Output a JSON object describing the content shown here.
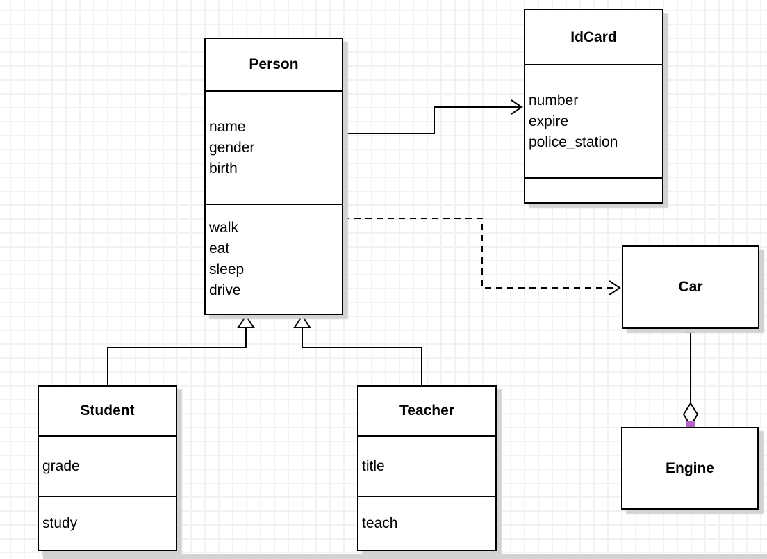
{
  "diagram": {
    "kind": "uml-class-diagram",
    "classes": [
      {
        "name": "Person",
        "attributes": [
          "name",
          "gender",
          "birth"
        ],
        "methods": [
          "walk",
          "eat",
          "sleep",
          "drive"
        ]
      },
      {
        "name": "IdCard",
        "attributes": [
          "number",
          "expire",
          "police_station"
        ],
        "methods": []
      },
      {
        "name": "Car",
        "attributes": [],
        "methods": []
      },
      {
        "name": "Engine",
        "attributes": [],
        "methods": []
      },
      {
        "name": "Student",
        "attributes": [
          "grade"
        ],
        "methods": [
          "study"
        ]
      },
      {
        "name": "Teacher",
        "attributes": [
          "title"
        ],
        "methods": [
          "teach"
        ]
      }
    ],
    "relationships": [
      {
        "from": "Person",
        "to": "IdCard",
        "type": "association",
        "line": "solid",
        "marker": "open-arrow"
      },
      {
        "from": "Person",
        "to": "Car",
        "type": "dependency",
        "line": "dashed",
        "marker": "open-arrow"
      },
      {
        "from": "Student",
        "to": "Person",
        "type": "generalization",
        "line": "solid",
        "marker": "hollow-triangle"
      },
      {
        "from": "Teacher",
        "to": "Person",
        "type": "generalization",
        "line": "solid",
        "marker": "hollow-triangle"
      },
      {
        "from": "Car",
        "to": "Engine",
        "type": "aggregation",
        "line": "solid",
        "marker": "hollow-diamond"
      }
    ],
    "colors": {
      "background": "#ffffff",
      "grid_line": "#f2f2f2",
      "box_fill": "#ffffff",
      "box_border": "#000000",
      "shadow": "#d2d2d2",
      "connector_endpoint": "#b566c5"
    }
  }
}
